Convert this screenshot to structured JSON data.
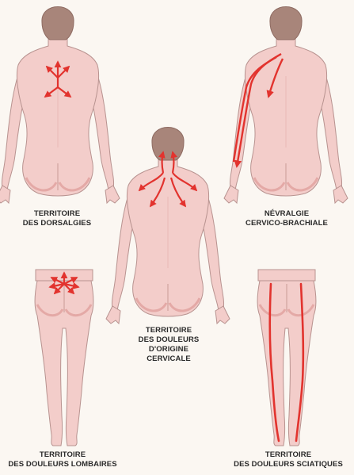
{
  "panels": [
    {
      "id": "dorsalgies",
      "caption": [
        "TERRITOIRE",
        "DES DORSALGIES"
      ]
    },
    {
      "id": "cervico-brachiale",
      "caption": [
        "NÉVRALGIE",
        "CERVICO-BRACHIALE"
      ]
    },
    {
      "id": "cervicale",
      "caption": [
        "TERRITOIRE",
        "DES DOULEURS",
        "D'ORIGINE",
        "CERVICALE"
      ]
    },
    {
      "id": "lombaires",
      "caption": [
        "TERRITOIRE",
        "DES DOULEURS LOMBAIRES"
      ]
    },
    {
      "id": "sciatiques",
      "caption": [
        "TERRITOIRE",
        "DES DOULEURS SCIATIQUES"
      ]
    }
  ],
  "colors": {
    "skin": "#f3cdca",
    "skin_shade": "#e4a9a6",
    "outline": "#b89390",
    "hair": "#a8857a",
    "pain": "#e2332e"
  }
}
